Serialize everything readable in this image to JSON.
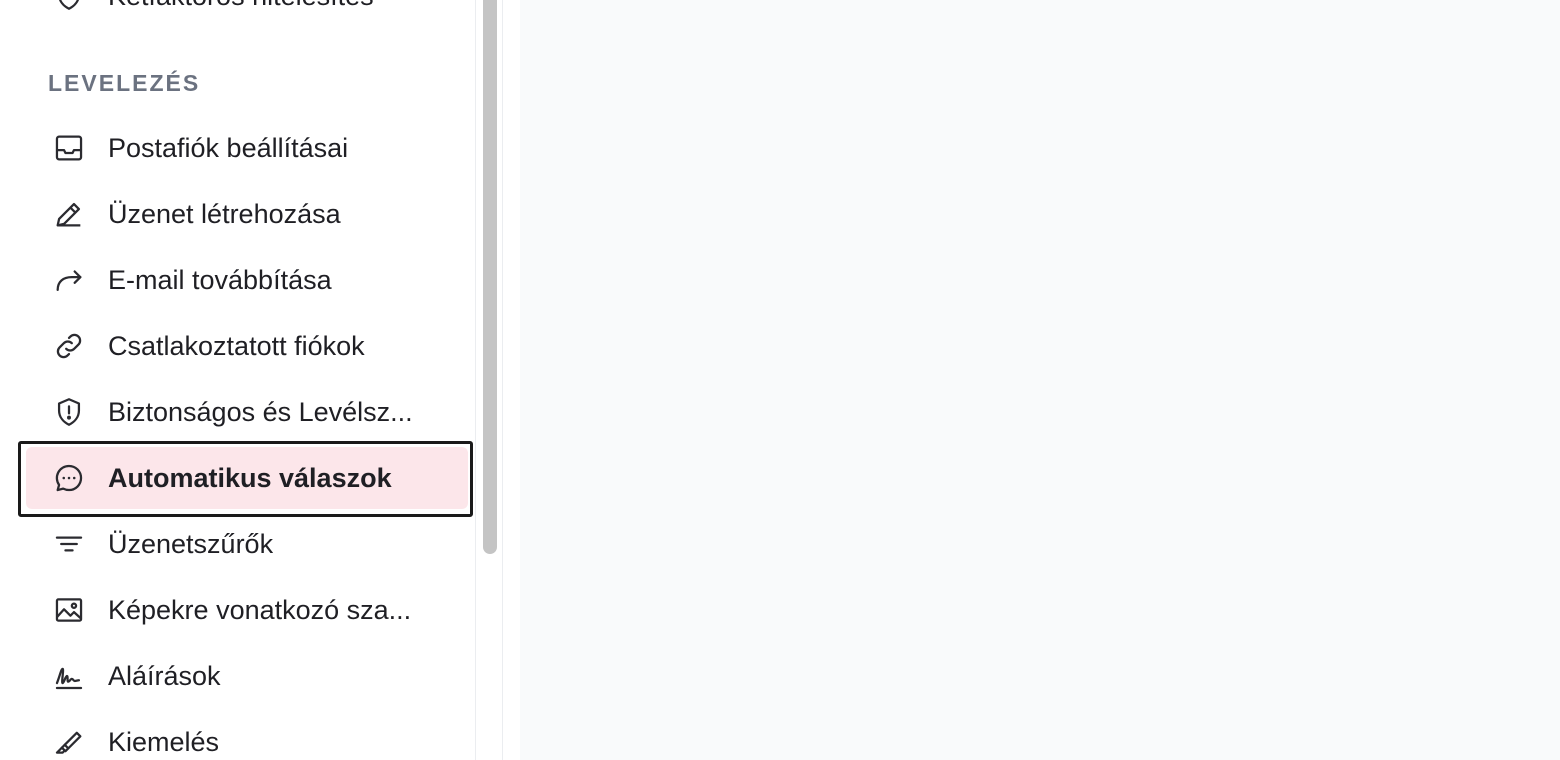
{
  "sidebar": {
    "top_partial_item": {
      "label": "Kétfaktoros hitelesítés",
      "icon": "shield-icon"
    },
    "section_title": "LEVELEZÉS",
    "items": [
      {
        "label": "Postafiók beállításai",
        "icon": "inbox-icon"
      },
      {
        "label": "Üzenet létrehozása",
        "icon": "pencil-icon"
      },
      {
        "label": "E-mail továbbítása",
        "icon": "forward-arrow-icon"
      },
      {
        "label": "Csatlakoztatott fiókok",
        "icon": "link-icon"
      },
      {
        "label": "Biztonságos és Levélsz...",
        "icon": "shield-alert-icon"
      },
      {
        "label": "Automatikus válaszok",
        "icon": "chat-bubble-icon",
        "active": true
      },
      {
        "label": "Üzenetszűrők",
        "icon": "filter-icon"
      },
      {
        "label": "Képekre vonatkozó sza...",
        "icon": "image-icon"
      },
      {
        "label": "Aláírások",
        "icon": "signature-icon"
      },
      {
        "label": "Kiemelés",
        "icon": "highlighter-icon"
      }
    ]
  },
  "colors": {
    "active_background": "#fce6ea",
    "main_background": "#f9fafb",
    "section_title": "#6b7280",
    "scrollbar_thumb": "#c4c4c4"
  }
}
